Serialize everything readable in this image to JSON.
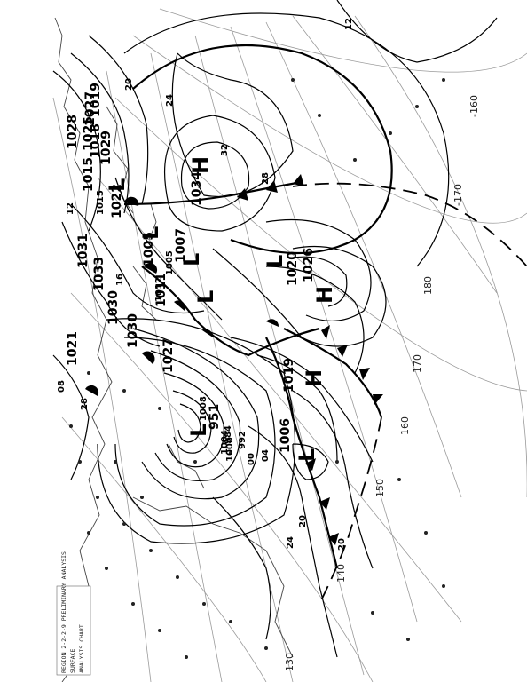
{
  "chart": {
    "caption": [
      "REGION 2-2-2-9 PRELIMINARY ANALYSIS",
      "SURFACE",
      "ANALYSIS CHART"
    ]
  },
  "longitudes": [
    "-160",
    "-170",
    "180",
    "170",
    "160",
    "150",
    "140",
    "130"
  ],
  "pressure_centers": [
    {
      "type": "H",
      "value": "1034"
    },
    {
      "type": "H",
      "value": "1026"
    },
    {
      "type": "H",
      "value": "1019"
    },
    {
      "type": "L",
      "value": "1005"
    },
    {
      "type": "L",
      "value": "951"
    },
    {
      "type": "L",
      "value": "1006"
    },
    {
      "type": "L",
      "value": "1020"
    },
    {
      "type": "L",
      "value": "1007"
    },
    {
      "type": "L",
      "value": "1011"
    },
    {
      "type": "L",
      "value": "1022"
    }
  ],
  "isobar_labels": [
    "1028",
    "1015",
    "1025",
    "1027",
    "1019",
    "1018",
    "1029",
    "1031",
    "1033",
    "1030",
    "1030",
    "1027",
    "1021",
    "1015",
    "1012",
    "1005",
    "1008",
    "1004",
    "1000",
    "992",
    "984",
    "24",
    "32",
    "28",
    "20",
    "20",
    "12",
    "12",
    "08",
    "16",
    "04",
    "00",
    "24",
    "20",
    "28"
  ],
  "colors": {
    "ink": "#000000",
    "grid": "#9a9a9a",
    "background": "#ffffff"
  }
}
